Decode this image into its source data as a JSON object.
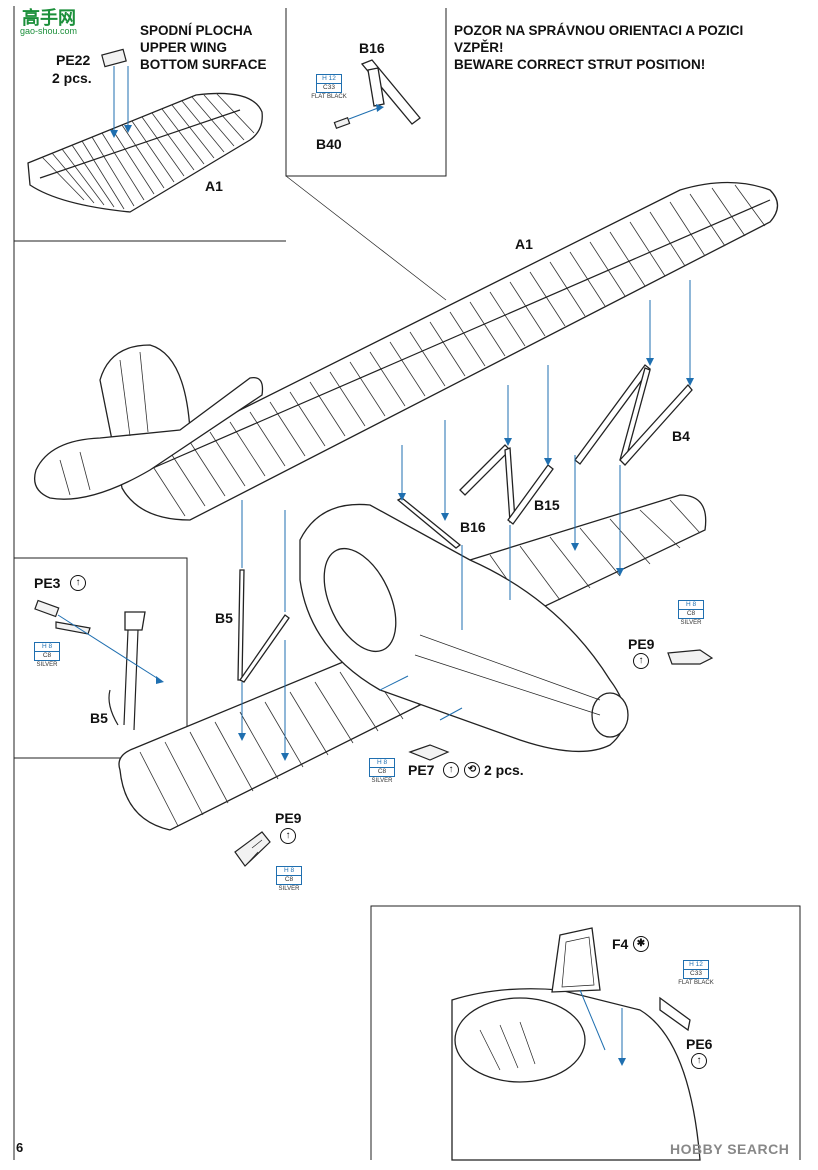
{
  "watermark_top": {
    "site_cn": "高手网",
    "site_url": "gao-shou.com"
  },
  "header": {
    "wing_lines": [
      "SPODNÍ PLOCHA",
      "UPPER WING",
      "BOTTOM SURFACE"
    ],
    "warning_lines": [
      "POZOR NA SPRÁVNOU ORIENTACI A POZICI",
      "VZPĚR!",
      "BEWARE CORRECT STRUT POSITION!"
    ]
  },
  "labels": {
    "pe22": "PE22",
    "pe22_qty": "2 pcs.",
    "a1_inset": "A1",
    "b16_inset": "B16",
    "b40": "B40",
    "a1_main": "A1",
    "b4": "B4",
    "b15": "B15",
    "b16_main": "B16",
    "pe3": "PE3",
    "b5_main": "B5",
    "b5_inset": "B5",
    "pe9_right": "PE9",
    "pe9_left": "PE9",
    "pe7": "PE7",
    "pe7_qty": "2 pcs.",
    "f4": "F4",
    "pe6": "PE6",
    "page_number": "6"
  },
  "paints": {
    "flat_black_b40": {
      "h": "H 12",
      "c": "C33",
      "desc": "FLAT BLACK"
    },
    "silver_pe3": {
      "h": "H 8",
      "c": "C8",
      "desc": "SILVER"
    },
    "silver_pe9_right": {
      "h": "H 8",
      "c": "C8",
      "desc": "SILVER"
    },
    "silver_pe7": {
      "h": "H 8",
      "c": "C8",
      "desc": "SILVER"
    },
    "silver_pe9_left": {
      "h": "H 8",
      "c": "C8",
      "desc": "SILVER"
    },
    "flat_black_pe6": {
      "h": "H 12",
      "c": "C33",
      "desc": "FLAT BLACK"
    }
  },
  "symbols": {
    "bend_up": "↑",
    "bend_loop": "⟲",
    "clear_part": "✱"
  },
  "watermark_bottom": "HOBBY SEARCH",
  "colors": {
    "paint_code_blue": "#1f6fb0",
    "line_art": "#222222"
  }
}
